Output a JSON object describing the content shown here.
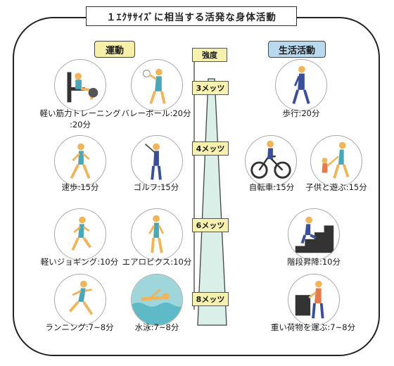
{
  "title": "１ｴｸｻｻｲｽﾞに相当する活発な身体活動",
  "headers": {
    "exercise": "運動",
    "daily_life": "生活活動"
  },
  "intensity": {
    "label": "強度",
    "levels": [
      "3メッツ",
      "4メッツ",
      "6メッツ",
      "8メッツ"
    ]
  },
  "exercise_items": [
    {
      "label": "軽い筋力トレーニング\n:20分",
      "icon": "weight-training-icon"
    },
    {
      "label": "バレーボール:20分",
      "icon": "volleyball-icon"
    },
    {
      "label": "速歩:15分",
      "icon": "brisk-walking-icon"
    },
    {
      "label": "ゴルフ:15分",
      "icon": "golf-icon"
    },
    {
      "label": "軽いジョギング:10分",
      "icon": "jogging-icon"
    },
    {
      "label": "エアロビクス:10分",
      "icon": "aerobics-icon"
    },
    {
      "label": "ランニング:7~8分",
      "icon": "running-icon"
    },
    {
      "label": "水泳:7~8分",
      "icon": "swimming-icon"
    }
  ],
  "life_items": [
    {
      "label": "歩行:20分",
      "icon": "walking-icon"
    },
    {
      "label": "自転車:15分",
      "icon": "bicycle-icon"
    },
    {
      "label": "子供と遊ぶ:15分",
      "icon": "playing-with-child-icon"
    },
    {
      "label": "階段昇降:10分",
      "icon": "stairs-icon"
    },
    {
      "label": "重い荷物を運ぶ:7~8分",
      "icon": "carrying-load-icon"
    }
  ],
  "colors": {
    "figure": "#f0b55a",
    "shirt": "#4aa7b8",
    "suit": "#3a4f9a",
    "flag": "#f7f1b0",
    "scale": "#d9efe8"
  }
}
